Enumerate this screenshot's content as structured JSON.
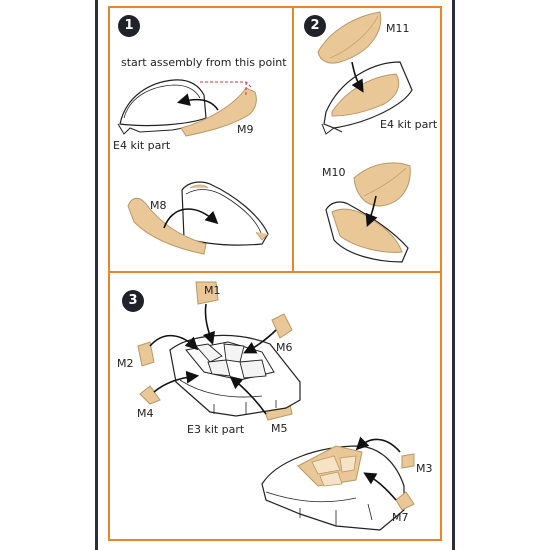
{
  "steps": {
    "step1": {
      "badge": "1",
      "note": "start assembly from this point",
      "labels": {
        "kit_part": "E4 kit part",
        "mask_a": "M9",
        "mask_b": "M8"
      }
    },
    "step2": {
      "badge": "2",
      "labels": {
        "mask_a": "M11",
        "kit_part": "E4 kit part",
        "mask_b": "M10"
      }
    },
    "step3": {
      "badge": "3",
      "labels": {
        "m1": "M1",
        "m2": "M2",
        "m3": "M3",
        "m4": "M4",
        "m5": "M5",
        "m6": "M6",
        "m7": "M7",
        "kit_part": "E3 kit part"
      }
    }
  },
  "colors": {
    "frame": "#e8862f",
    "mask": "#e9c796",
    "mask_edge": "#b99867",
    "badge": "#1f2329"
  }
}
